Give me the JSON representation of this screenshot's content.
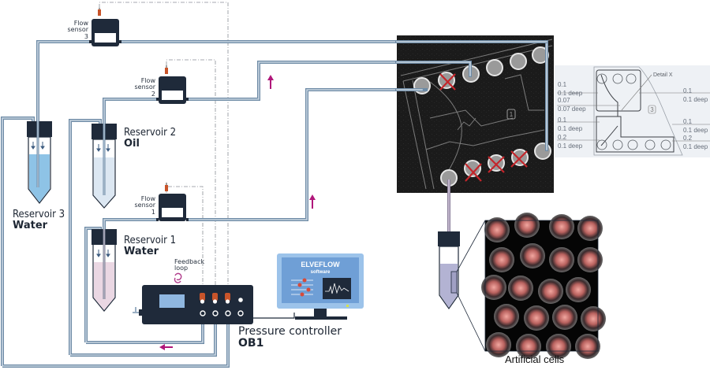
{
  "diagram": {
    "title": "Artificial cell production setup with OB1 pressure controller and flow sensors",
    "reservoirs": [
      {
        "id": "reservoir-3",
        "name": "Reservoir 3",
        "fluid": "Water",
        "fluid_color": "#8ec3e6"
      },
      {
        "id": "reservoir-2",
        "name": "Reservoir 2",
        "fluid": "Oil",
        "fluid_color": "#dce7f2"
      },
      {
        "id": "reservoir-1",
        "name": "Reservoir 1",
        "fluid": "Water",
        "fluid_color": "#ead7e3"
      }
    ],
    "flow_sensors": [
      {
        "id": "flow-sensor-3",
        "line1": "Flow",
        "line2": "sensor 3"
      },
      {
        "id": "flow-sensor-2",
        "line1": "Flow",
        "line2": "sensor 2"
      },
      {
        "id": "flow-sensor-1",
        "line1": "Flow",
        "line2": "sensor 1"
      }
    ],
    "feedback": {
      "line1": "Feedback",
      "line2": "loop"
    },
    "pressure_controller": {
      "name": "Pressure controller",
      "model": "OB1"
    },
    "software": {
      "brand": "ELVEFLOW",
      "label": "software"
    },
    "chip_detail": {
      "detail_label": "Detail X",
      "chip_number": "3",
      "left_dimensions": [
        {
          "width": "0.1",
          "depth": "0.1 deep"
        },
        {
          "width": "0.07",
          "depth": "0.07 deep"
        },
        {
          "width": "0.1",
          "depth": "0.1 deep"
        },
        {
          "width": "0.2",
          "depth": "0.1 deep"
        }
      ],
      "right_dimensions": [
        {
          "width": "0.1",
          "depth": "0.1 deep"
        },
        {
          "width": "0.1",
          "depth": "0.1 deep"
        },
        {
          "width": "0.2",
          "depth": "0.1 deep"
        }
      ]
    },
    "chip_photo": {
      "chip_number": "1"
    },
    "output": {
      "caption": "Artificial cells"
    },
    "colors": {
      "tube": "#9bb0c4",
      "tube_outline": "#6d8aa5",
      "outlet_tube": "#b9a9c4",
      "device_dark": "#1f2a3a",
      "connector_orange": "#c8542a",
      "flow_arrow": "#b0177a",
      "feedback_icon": "#b03a8a",
      "screen_blue": "#8fb7e0",
      "monitor_blue": "#9cc3ea"
    }
  }
}
